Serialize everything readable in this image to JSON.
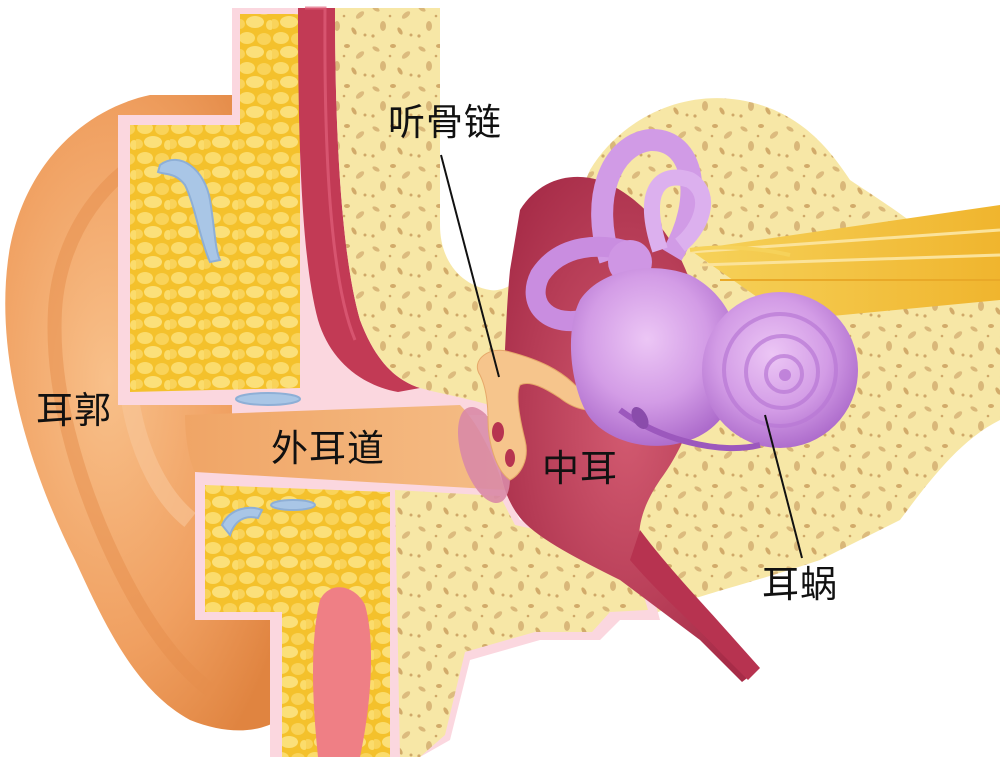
{
  "diagram": {
    "subject": "ear-anatomy-cross-section",
    "labels": {
      "auricle": "耳郭",
      "ear_canal": "外耳道",
      "ossicles": "听骨链",
      "middle_ear": "中耳",
      "cochlea": "耳蜗"
    },
    "colors": {
      "skin": "#f2a868",
      "skin_dark": "#e08a48",
      "fat": "#f5c634",
      "fat_light": "#fbe07a",
      "bone": "#f7e7a6",
      "bone_pore": "#d9b779",
      "muscle": "#c23a55",
      "middle_ear_cavity": "#c9485f",
      "inner_ear": "#cc8fe0",
      "inner_ear_light": "#e2b7ef",
      "nerve": "#f6c94a",
      "ossicle": "#f6c58c",
      "cartilage": "#a9c6e6",
      "membrane": "#fbd7df",
      "gland": "#ef7f85"
    }
  }
}
